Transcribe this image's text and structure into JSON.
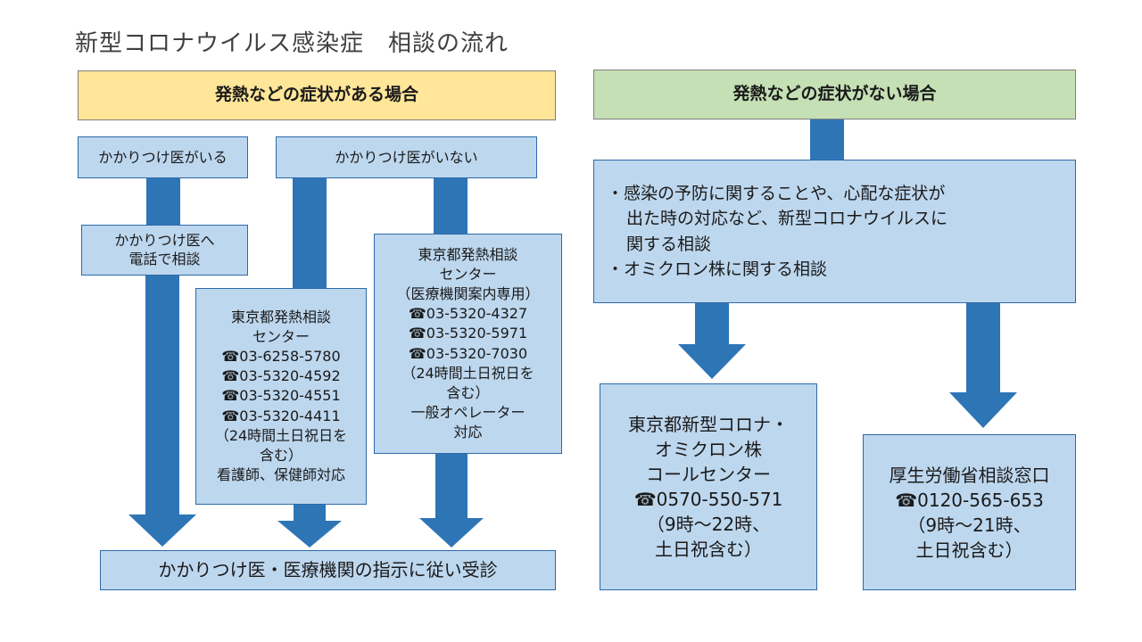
{
  "title": "新型コロナウイルス感染症　相談の流れ",
  "colors": {
    "box_fill": "#bdd7ee",
    "arrow": "#2e75b6",
    "header_yellow": "#ffe699",
    "header_green": "#c5e0b4"
  },
  "left": {
    "header": "発熱などの症状がある場合",
    "has_doctor": "かかりつけ医がいる",
    "no_doctor": "かかりつけ医がいない",
    "call_doctor": [
      "かかりつけ医へ",
      "電話で相談"
    ],
    "fever_center_nurse": [
      "東京都発熱相談",
      "センター",
      "☎03-6258-5780",
      "☎03-5320-4592",
      "☎03-5320-4551",
      "☎03-5320-4411",
      "（24時間土日祝日を",
      "含む）",
      "看護師、保健師対応"
    ],
    "fever_center_guide": [
      "東京都発熱相談",
      "センター",
      "（医療機関案内専用）",
      "☎03-5320-4327",
      "☎03-5320-5971",
      "☎03-5320-7030",
      "（24時間土日祝日を",
      "含む）",
      "一般オペレーター",
      "対応"
    ],
    "final": "かかりつけ医・医療機関の指示に従い受診"
  },
  "right": {
    "header": "発熱などの症状がない場合",
    "consult_lines": [
      "・感染の予防に関することや、心配な症状が",
      "出た時の対応など、新型コロナウイルスに",
      "関する相談",
      "・オミクロン株に関する相談"
    ],
    "tokyo_call_center": [
      "東京都新型コロナ・",
      "オミクロン株",
      "コールセンター",
      "☎0570-550-571",
      "（9時～22時、",
      "土日祝含む）"
    ],
    "mhlw": [
      "厚生労働省相談窓口",
      "☎0120-565-653",
      "（9時～21時、",
      "土日祝含む）"
    ]
  }
}
